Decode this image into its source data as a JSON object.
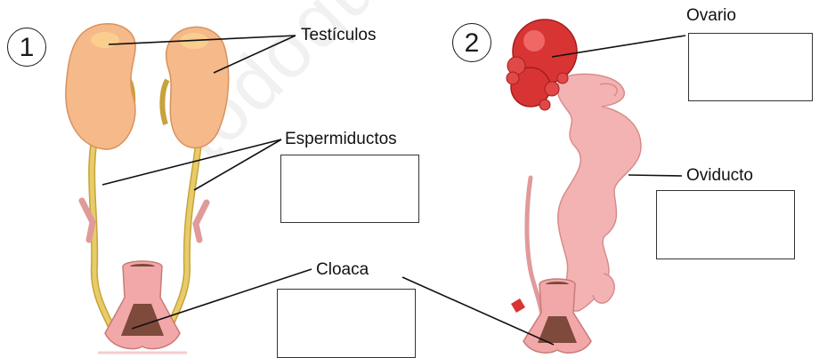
{
  "figure_numbers": {
    "male": "1",
    "female": "2"
  },
  "labels": {
    "testiculos": "Testículos",
    "espermiductos": "Espermiductos",
    "cloaca": "Cloaca",
    "ovario": "Ovario",
    "oviducto": "Oviducto"
  },
  "watermark": "todoquieroo.com",
  "colors": {
    "testis": "#f5b98a",
    "duct": "#e3c456",
    "cloaca": "#f2a8a8",
    "ovary": "#d93434",
    "oviduct": "#f4b3b3"
  }
}
